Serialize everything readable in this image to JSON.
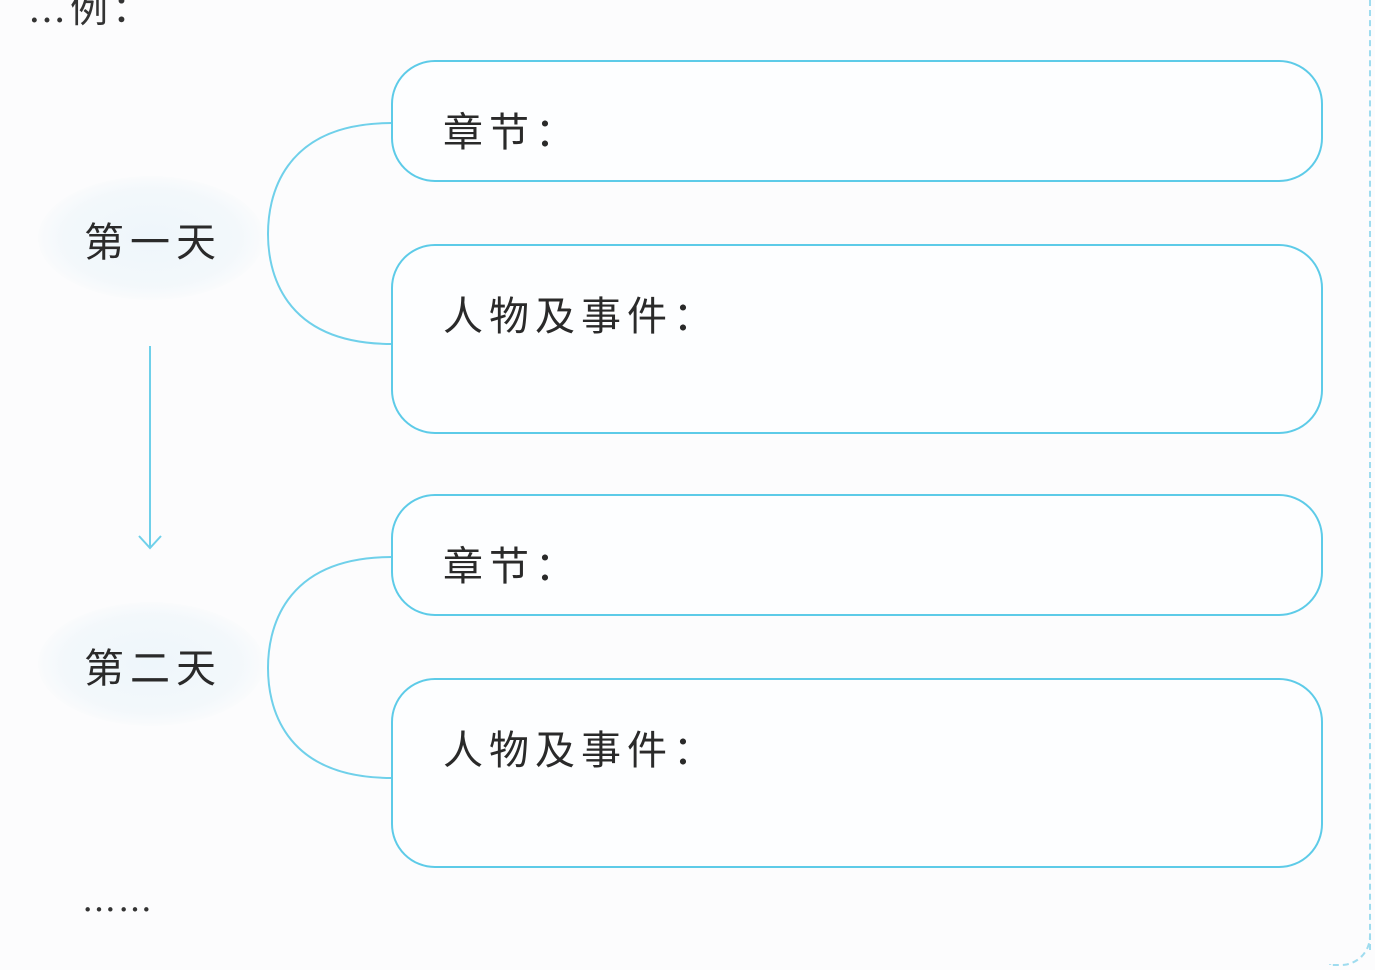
{
  "page": {
    "top_fragment": "…例：",
    "ellipsis": "……"
  },
  "days": [
    {
      "label": "第一天",
      "chapter_label": "章节：",
      "events_label": "人物及事件："
    },
    {
      "label": "第二天",
      "chapter_label": "章节：",
      "events_label": "人物及事件："
    }
  ],
  "colors": {
    "accent": "#5dcbe8",
    "text": "#2a2a2a",
    "bubble": "#eef6fb"
  }
}
